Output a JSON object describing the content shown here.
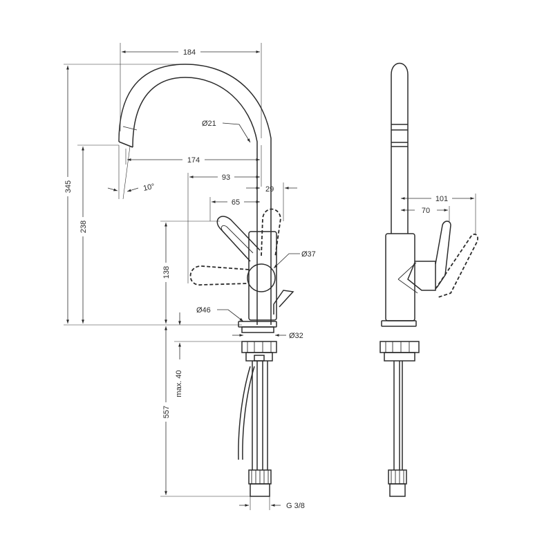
{
  "dimensions": {
    "width_184": "184",
    "width_174": "174",
    "width_93": "93",
    "width_29": "29",
    "width_65": "65",
    "dia_21": "Ø21",
    "dia_37": "Ø37",
    "dia_46": "Ø46",
    "dia_32": "Ø32",
    "angle_10": "10°",
    "height_345": "345",
    "height_238": "238",
    "height_138": "138",
    "height_557": "557",
    "max_40": "max. 40",
    "thread": "G 3/8",
    "side_101": "101",
    "side_70": "70"
  }
}
